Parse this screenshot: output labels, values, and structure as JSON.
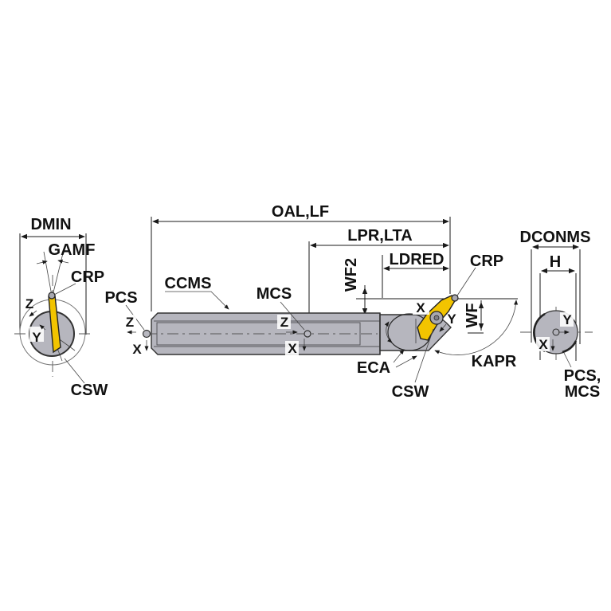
{
  "diagram_title": "boring-bar-parameter-diagram",
  "colors": {
    "body": "#b6b6be",
    "insert": "#f2c400",
    "outline": "#333333",
    "dimension": "#1a1a1a",
    "screw": "#a8a8b0",
    "background": "#ffffff"
  },
  "left_view": {
    "dmin": "DMIN",
    "gamf": "GAMF",
    "crp": "CRP",
    "z_axis": "Z",
    "y_axis": "Y",
    "csw": "CSW"
  },
  "main_view": {
    "oal_lf": "OAL,LF",
    "lpr_lta": "LPR,LTA",
    "ldred": "LDRED",
    "wf2": "WF2",
    "ccms": "CCMS",
    "mcs": "MCS",
    "pcs": "PCS",
    "pcs_z": "Z",
    "pcs_x": "X",
    "mcs_z": "Z",
    "mcs_x": "X",
    "crp": "CRP",
    "insert_x": "X",
    "insert_y": "Y",
    "wf": "WF",
    "kapr": "KAPR",
    "eca": "ECA",
    "csw": "CSW"
  },
  "right_view": {
    "dconms": "DCONMS",
    "h": "H",
    "y_axis": "Y",
    "x_axis": "X",
    "pcs_mcs_line1": "PCS,",
    "pcs_mcs_line2": "MCS"
  }
}
